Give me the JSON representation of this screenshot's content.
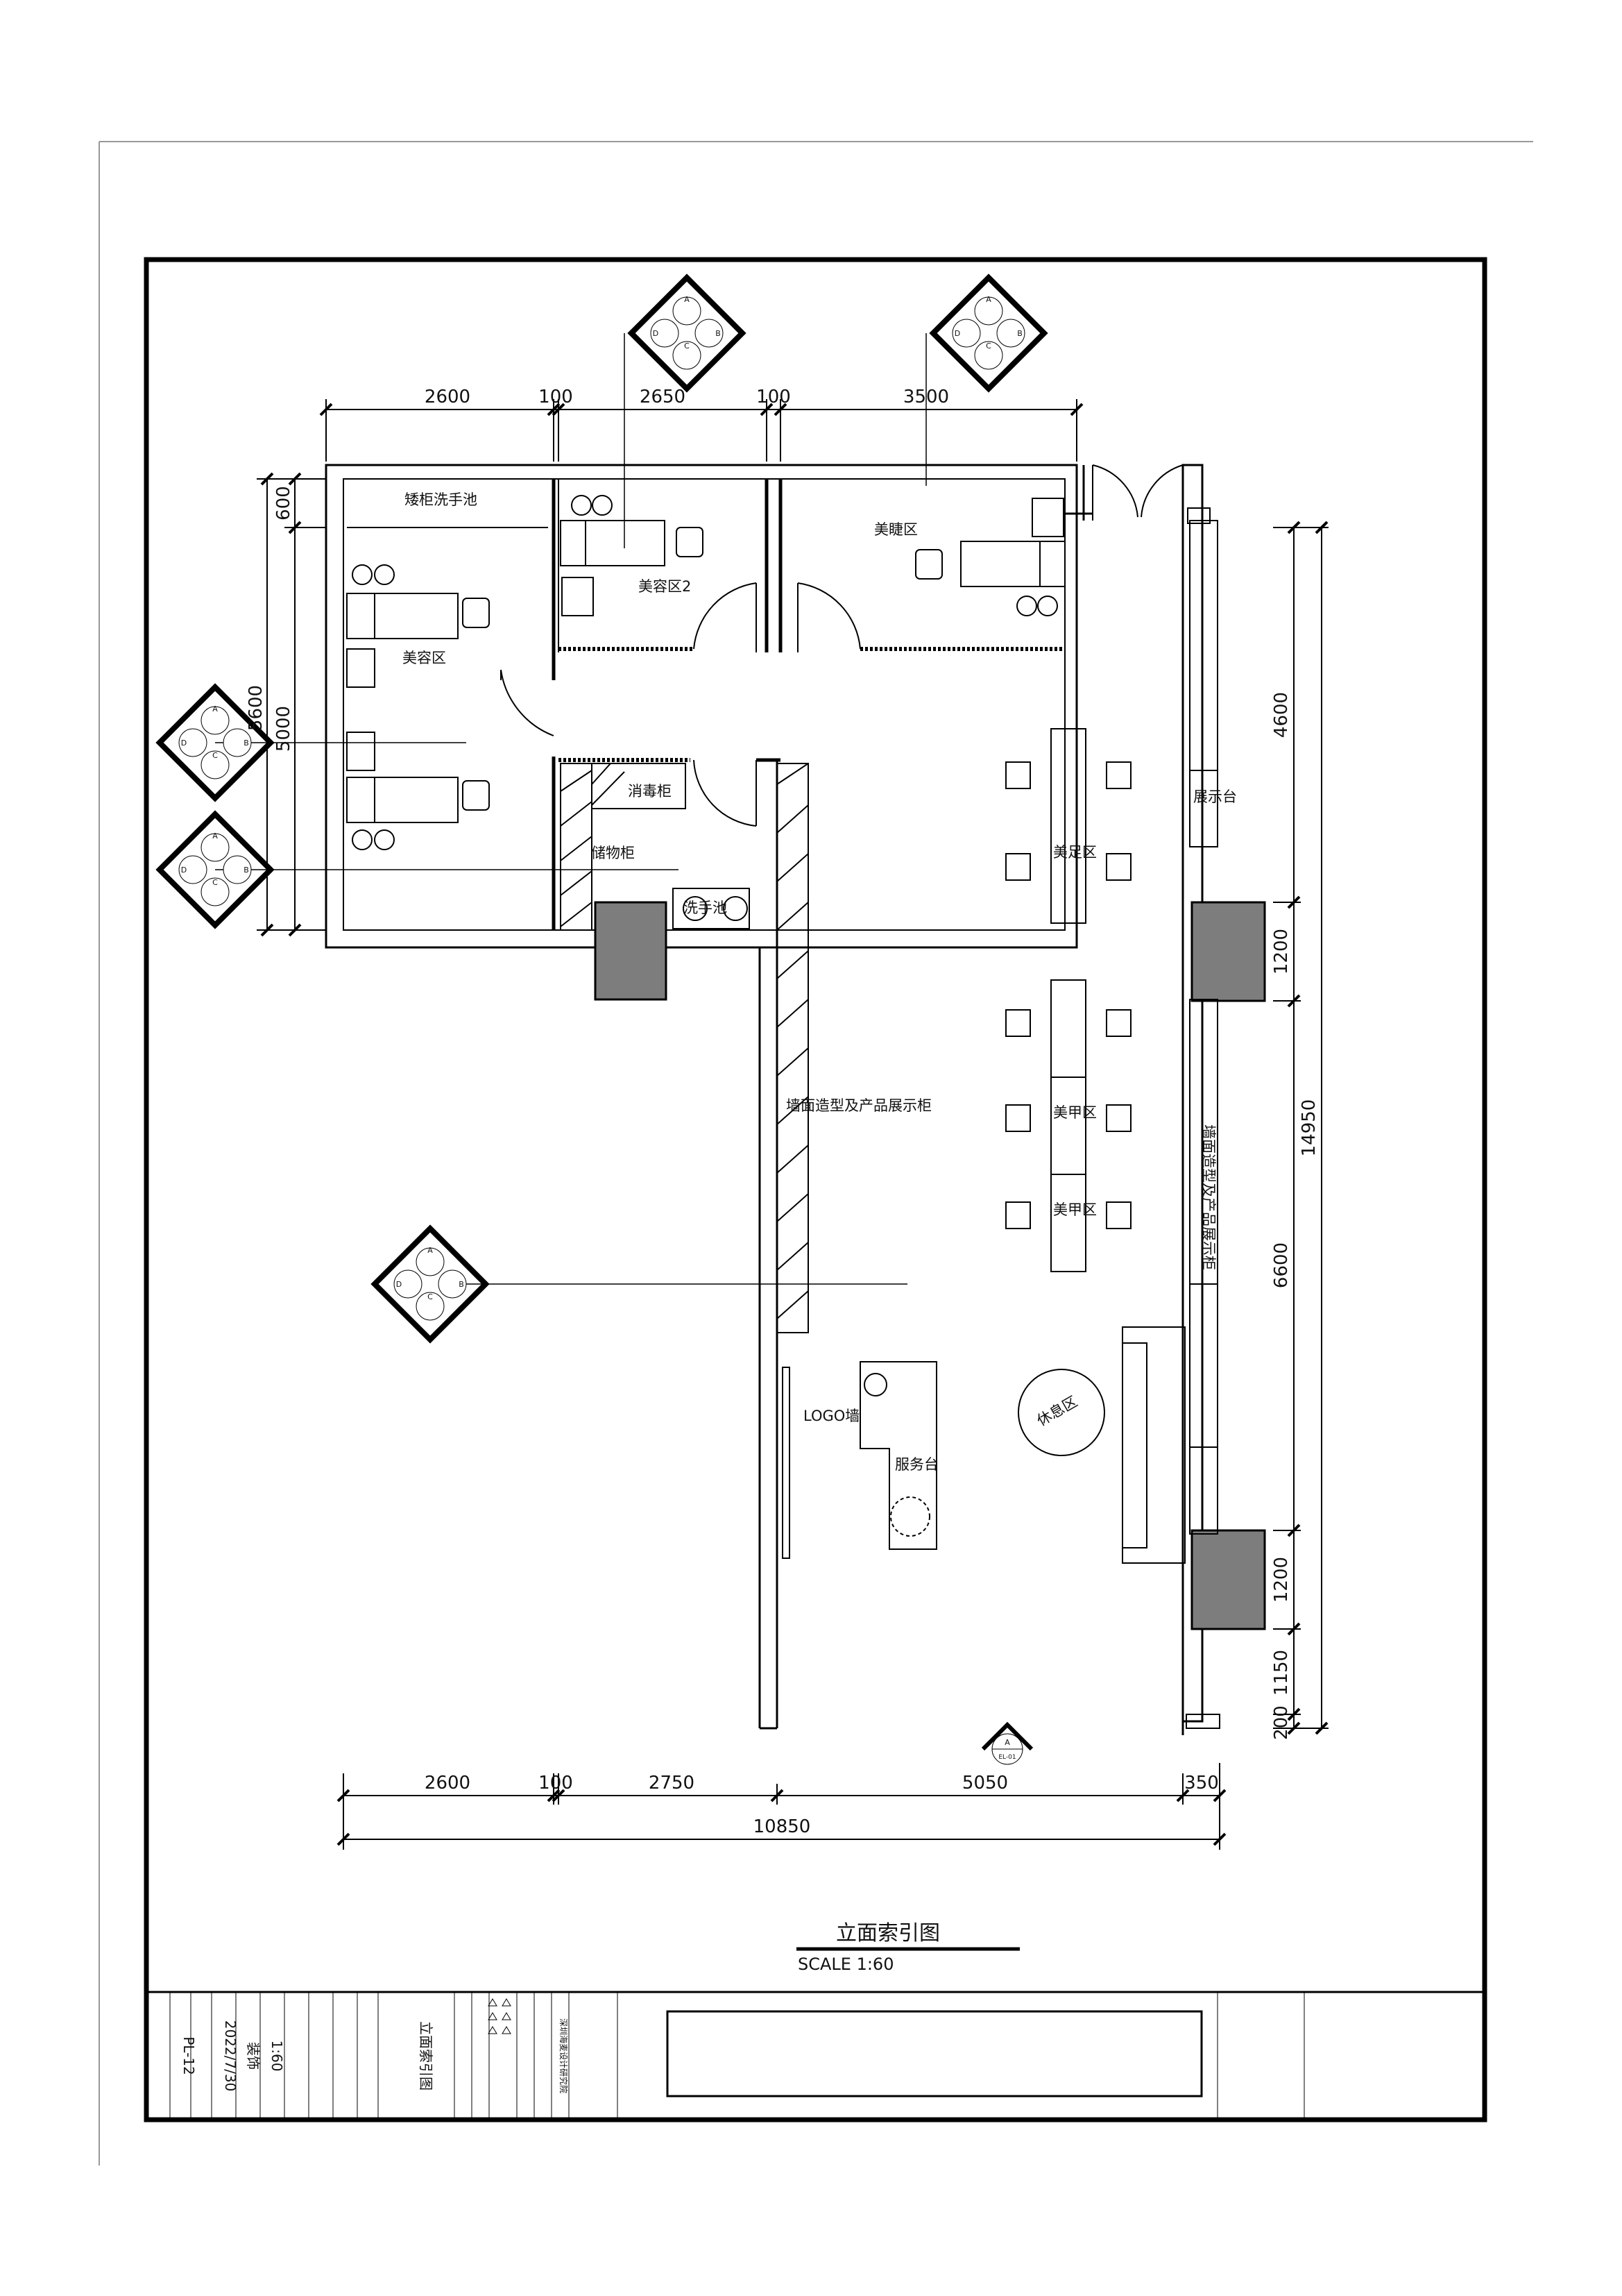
{
  "drawing": {
    "title": "立面索引图",
    "scale": "SCALE 1:60",
    "zones": {
      "low_cabinet": "矮柜",
      "wash_basin_top": "洗手池",
      "beauty_area": "美容区",
      "beauty_area_2": "美容区2",
      "lash_area": "美睫区",
      "disinfect_cabinet": "消毒柜",
      "storage_cabinet": "储物柜",
      "wash_basin": "洗手池",
      "feature_wall": "墙面造型及产品展示柜",
      "foot_area": "美足区",
      "nail_area_1": "美甲区",
      "nail_area_2": "美甲区",
      "display_stand": "展示台",
      "right_wall": "墙面造型及产品展示柜",
      "logo_wall": "LOGO墙",
      "service_desk": "服务台",
      "lounge": "休息区"
    },
    "dimensions": {
      "top": [
        "2600",
        "100",
        "2650",
        "100",
        "3500"
      ],
      "bottom": [
        "2600",
        "100",
        "2750",
        "5050",
        "350"
      ],
      "overall": "10850",
      "left": [
        "600",
        "5000",
        "5600"
      ],
      "right": [
        "4600",
        "1200",
        "6600",
        "14950",
        "1200",
        "1150",
        "200"
      ]
    },
    "index_symbol": {
      "letters": [
        "A",
        "B",
        "C",
        "D"
      ],
      "code": "EL-01"
    }
  },
  "title_block": {
    "company": "深圳海麦设计研究院",
    "drawing_name": "立面索引图",
    "discipline": "装饰",
    "scale": "1:60",
    "date": "2022/7/30",
    "sheet_no": "PL-12"
  }
}
